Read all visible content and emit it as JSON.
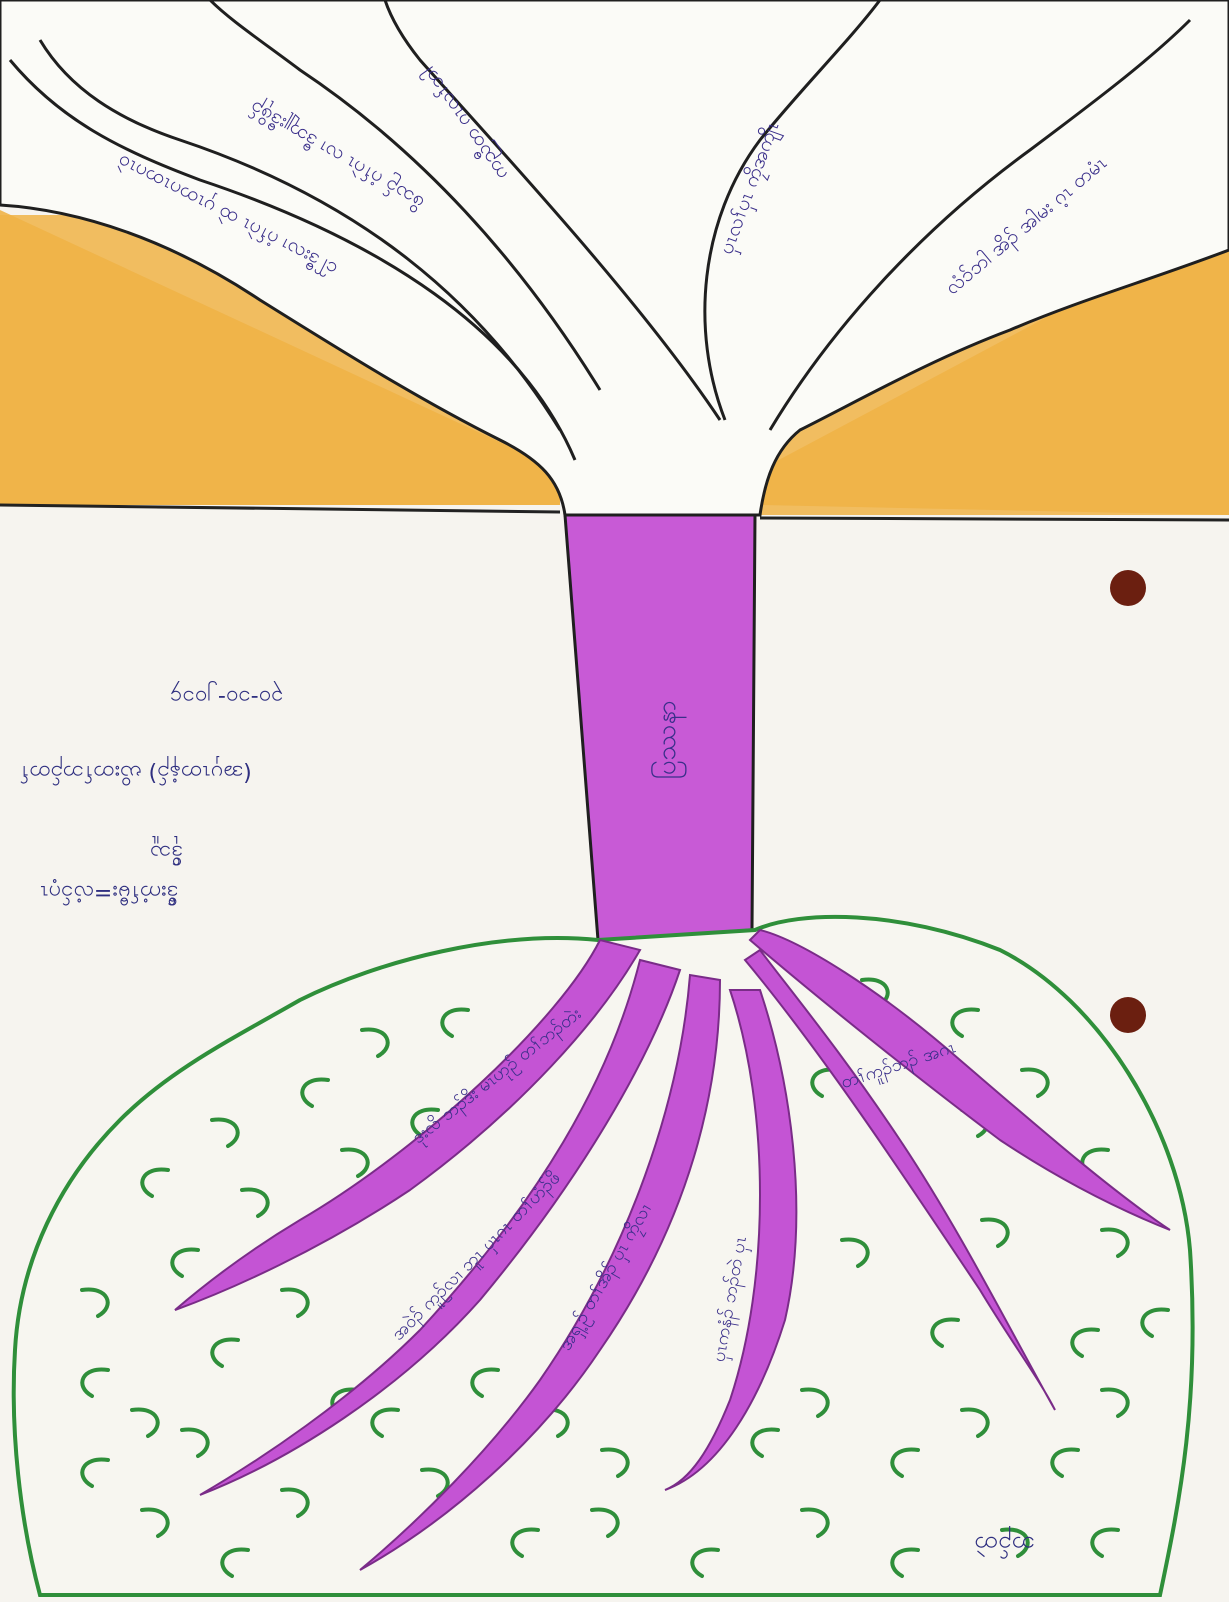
{
  "colors": {
    "paper": "#f6f4ef",
    "sky_orange": "#f0b347",
    "trunk_purple": "#c85ad6",
    "roots_purple": "#c454d4",
    "grass_green": "#2f8f3a",
    "ink_blue": "#3a2f8a",
    "punch_hole": "#6b1f10"
  },
  "diagram": {
    "trunk_label": "ပြဿနာ",
    "branches": [
      "ငါ်ဒီးလၢ ဂံၢ်ဂဲၤ ထဲ ပှၤတဂၤတဂၤဝဲ",
      "ဖိသဉ် ဂံၢ်ဂဲၤ လၢ ဒီဘျုးဒီဖိုၣ်",
      "ကညီတ ဂၤလၢ်ဘါ",
      "ပှၤလၢ်ပှၤ ကၠိအကျိၤ",
      "လံၥ်ဘါ အိၣ် အါမး ဂ့ၤ တမံၤ"
    ],
    "roots": [
      "ဒုးလိ ဘၣ်ဒိး မၤဟုဉ် တၢ်ဘၣ်တဲး",
      "အဝဲၣ် ကူဉ်လၢ ဘူၤ ပှၤဂၤ တၢ်ဟံၣ်ဖိ",
      "အရှ့ဉ် တၢ်အိၣ် ပှၤ ကၠိလၢ",
      "ပှၤကနံၣ် ဘၣ်တဲ ပှၤ",
      "တၢ်ကူၣ်ဘၣ် အဂၤ"
    ]
  },
  "notes": {
    "date": "၃၀-၁၀-၂၀၁၄",
    "line1": "(အပှၤတနံၣ်) ဃိးတၢ်ဘၣ်တၢ်",
    "line2": "ဒ်ိုသူ",
    "line3": "ဒ်ီးကံၢ်မီး=လံၥ်ဂ့ၤ",
    "signature": "ဘၣ်တဲ"
  }
}
